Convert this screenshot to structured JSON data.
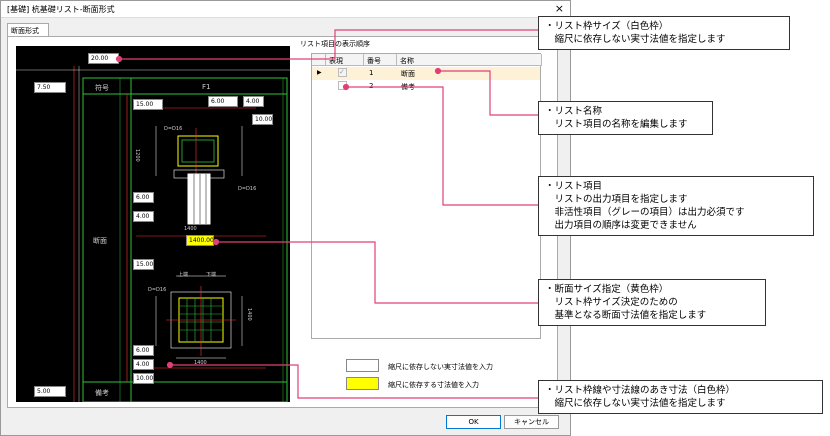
{
  "window": {
    "title": "[基礎] 杭基礎リスト-断面形式",
    "close_glyph": "×"
  },
  "tab": {
    "label": "断面形式"
  },
  "drawing": {
    "col_header": "F1",
    "row_labels": {
      "sign": "符号",
      "section": "断面",
      "remarks": "備考"
    },
    "white_boxes": [
      "20.00",
      "7.50",
      "15.00",
      "6.00",
      "4.00",
      "10.00",
      "6.00",
      "4.00",
      "15.00",
      "6.00",
      "4.00",
      "10.00",
      "5.00"
    ],
    "yellow_box": "1400.00",
    "misc": [
      "1200",
      "D=D16",
      "1400",
      "上端",
      "下端"
    ]
  },
  "list": {
    "caption": "リスト項目の表示順序",
    "headers": {
      "display": "表現",
      "number": "番号",
      "name": "名称"
    },
    "rows": [
      {
        "checked": true,
        "number": "1",
        "name": "断面"
      },
      {
        "checked": false,
        "number": "2",
        "name": "備考"
      }
    ]
  },
  "legend": [
    {
      "label": "縮尺に依存しない実寸法値を入力",
      "color": "#ffffff"
    },
    {
      "label": "縮尺に依存する寸法値を入力",
      "color": "#ffff00"
    }
  ],
  "buttons": {
    "ok": "OK",
    "cancel": "キャンセル"
  },
  "callouts": [
    {
      "text": "・リスト枠サイズ（白色枠）\n　縮尺に依存しない実寸法値を指定します"
    },
    {
      "text": "・リスト名称\n　リスト項目の名称を編集します"
    },
    {
      "text": "・リスト項目\n　リストの出力項目を指定します\n　非活性項目（グレーの項目）は出力必須です\n　出力項目の順序は変更できません"
    },
    {
      "text": "・断面サイズ指定（黄色枠）\n　リスト枠サイズ決定のための\n　基準となる断面寸法値を指定します"
    },
    {
      "text": "・リスト枠線や寸法線のあき寸法（白色枠）\n　縮尺に依存しない実寸法値を指定します"
    }
  ],
  "colors": {
    "accent_line": "#e0407a",
    "frame_green": "#2fbf3a",
    "dim_red": "#ff3030",
    "yellow": "#ffff00"
  }
}
